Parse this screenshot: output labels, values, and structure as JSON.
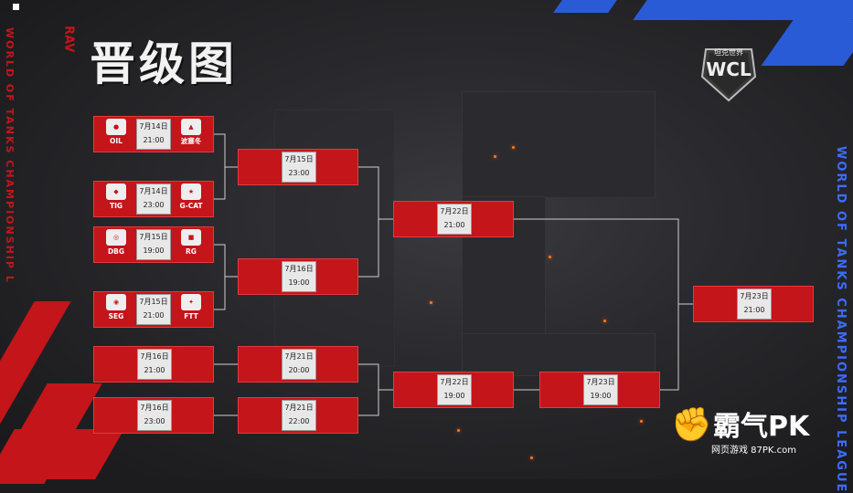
{
  "header": {
    "title": "晋级图",
    "side_text_left": "WORLD OF TANKS CHAMPIONSHIP L",
    "side_text_right": "WORLD OF TANKS CHAMPIONSHIP LEAGUE",
    "brand_mark": "RAV"
  },
  "logo": {
    "top": "坦克世界",
    "main": "WCL"
  },
  "matches": [
    {
      "date": "7月14日",
      "time": "21:00",
      "team_left": "OIL",
      "team_right": "波塞冬"
    },
    {
      "date": "7月14日",
      "time": "23:00",
      "team_left": "TIG",
      "team_right": "G-CAT"
    },
    {
      "date": "7月15日",
      "time": "19:00",
      "team_left": "DBG",
      "team_right": "RG"
    },
    {
      "date": "7月15日",
      "time": "21:00",
      "team_left": "SEG",
      "team_right": "FTT"
    },
    {
      "date": "7月16日",
      "time": "21:00"
    },
    {
      "date": "7月16日",
      "time": "23:00"
    },
    {
      "date": "7月15日",
      "time": "23:00"
    },
    {
      "date": "7月16日",
      "time": "19:00"
    },
    {
      "date": "7月21日",
      "time": "20:00"
    },
    {
      "date": "7月21日",
      "time": "22:00"
    },
    {
      "date": "7月22日",
      "time": "21:00"
    },
    {
      "date": "7月22日",
      "time": "19:00"
    },
    {
      "date": "7月23日",
      "time": "19:00"
    },
    {
      "date": "7月23日",
      "time": "21:00"
    }
  ],
  "watermark": {
    "name": "霸气PK",
    "sub": "网页游戏 87PK.com"
  },
  "colors": {
    "accent_red": "#c3151a",
    "accent_blue": "#2a5bd7",
    "card_bg": "#e8e8e8",
    "line": "#d0d0d0"
  }
}
